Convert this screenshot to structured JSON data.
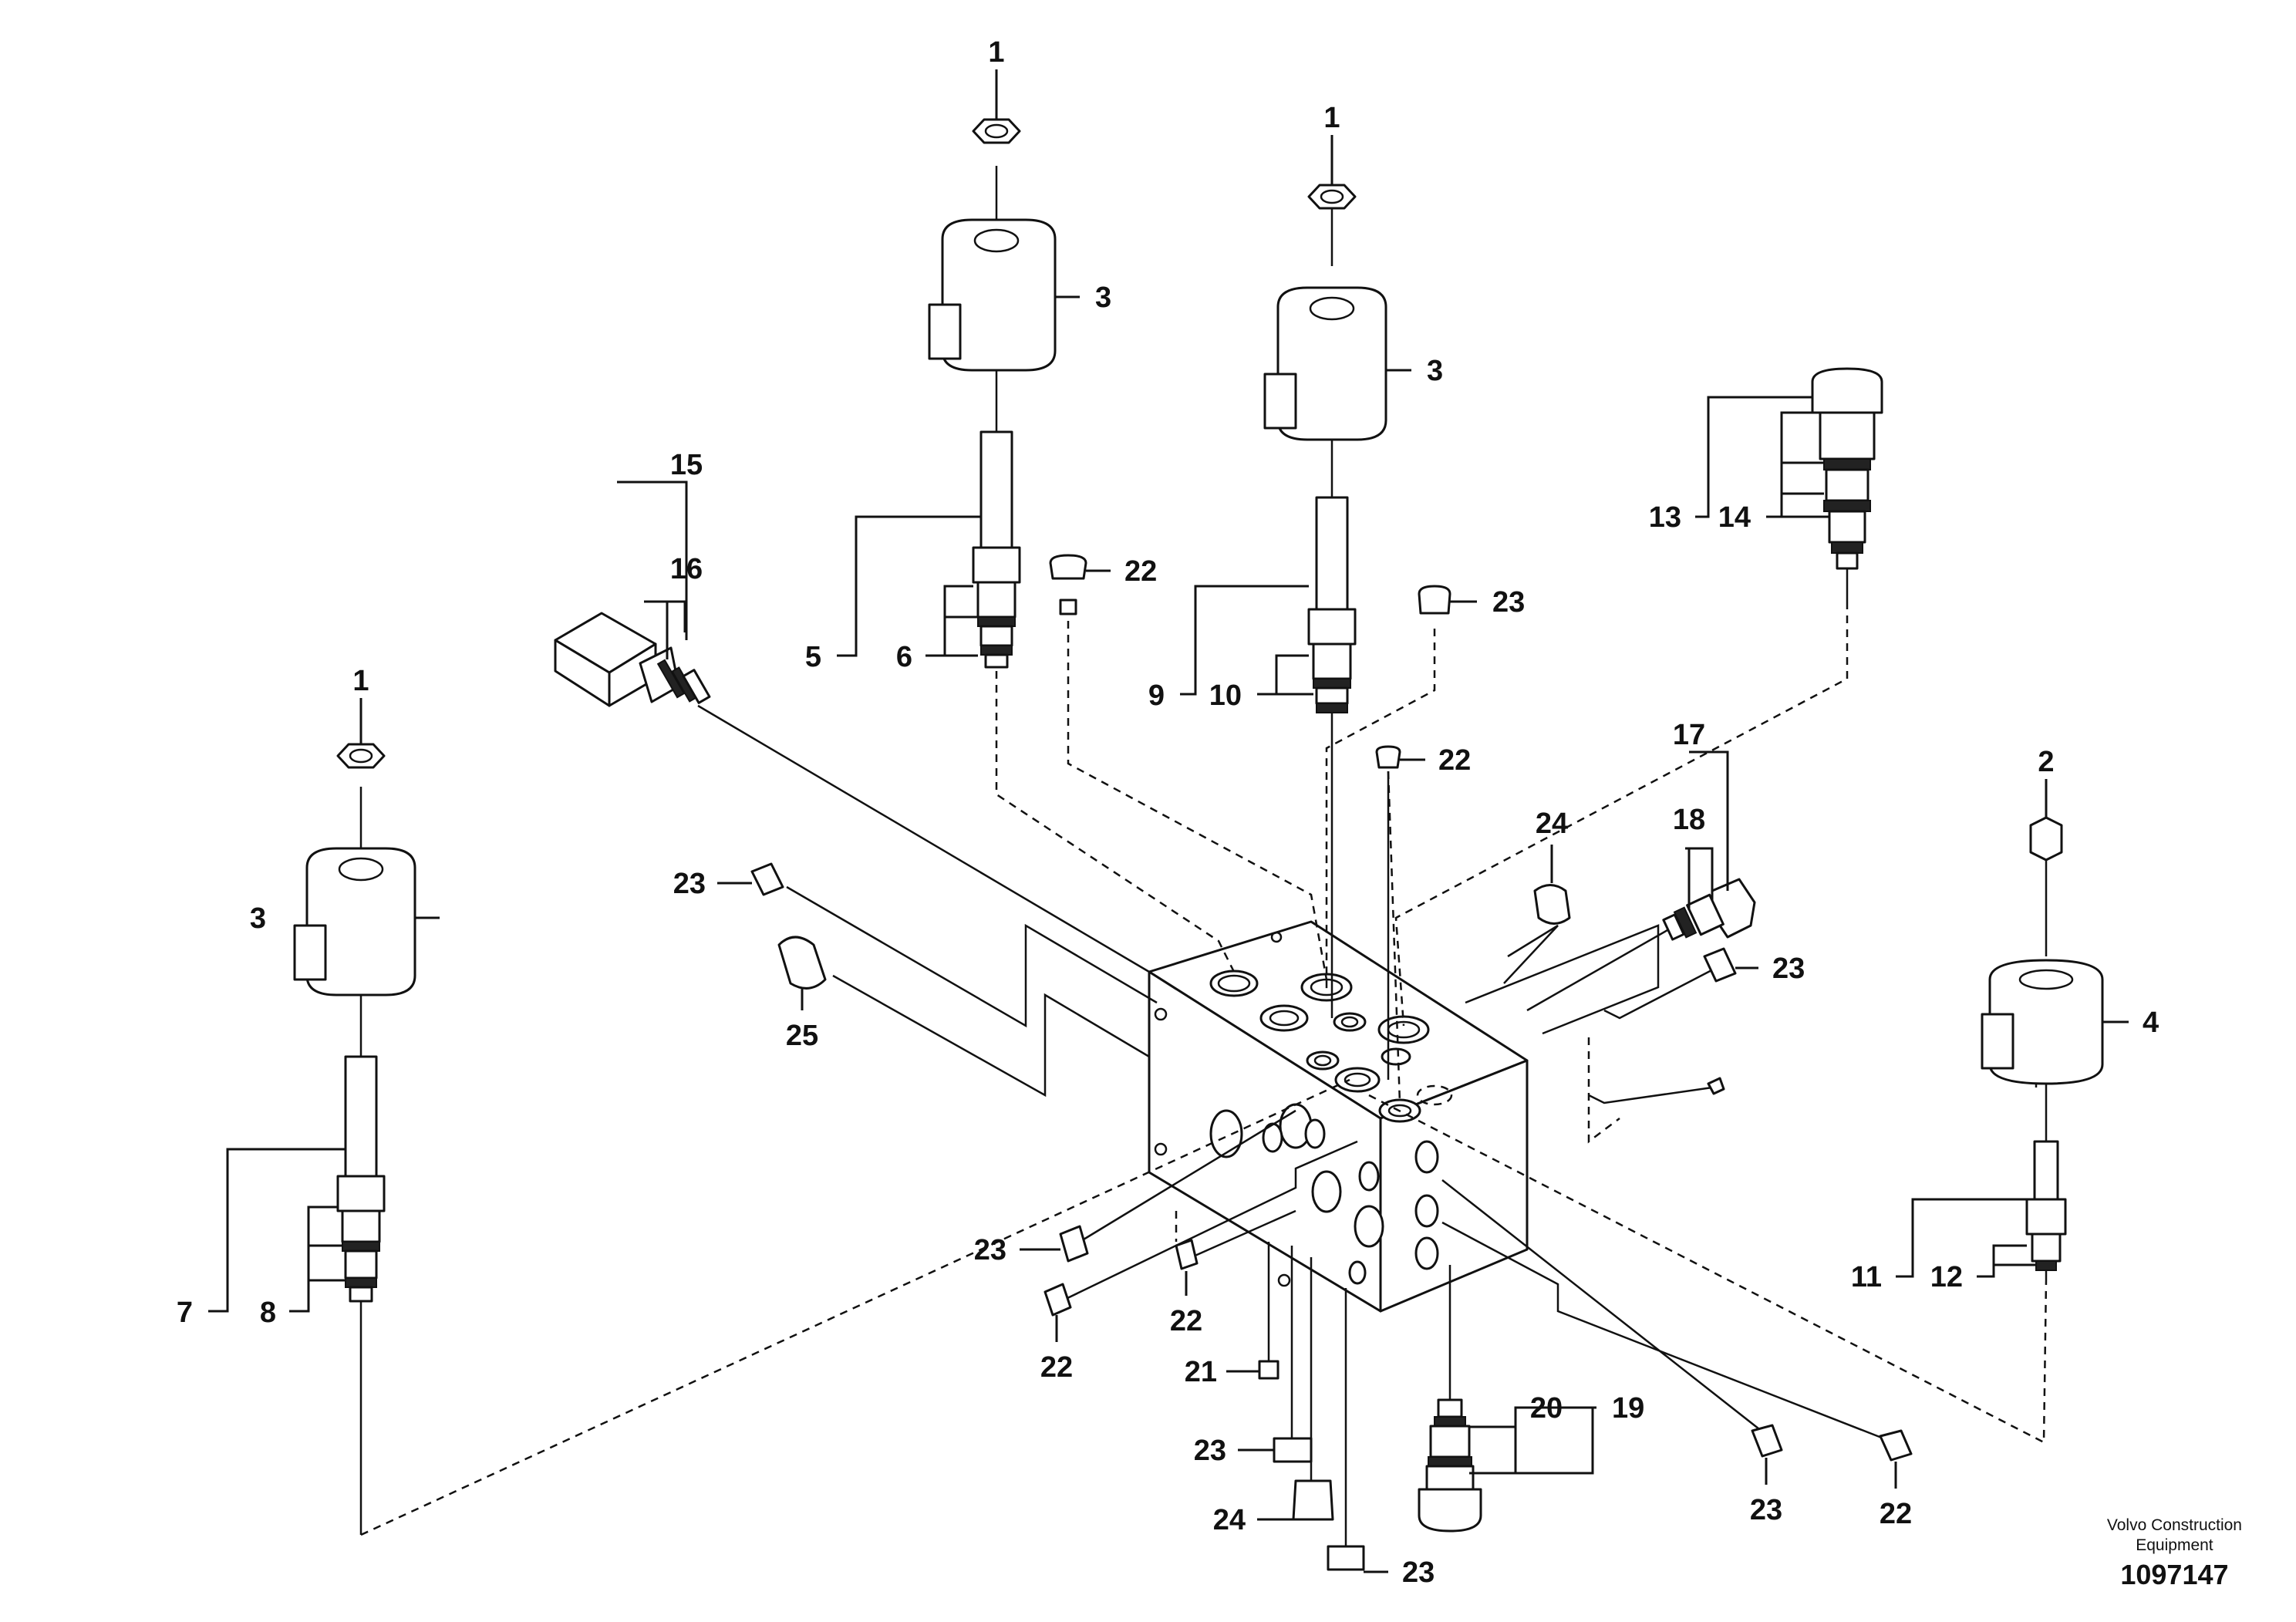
{
  "callouts": {
    "c1a": "1",
    "c1b": "1",
    "c1c": "1",
    "c2": "2",
    "c3a": "3",
    "c3b": "3",
    "c3c": "3",
    "c4": "4",
    "c5": "5",
    "c6": "6",
    "c7": "7",
    "c8": "8",
    "c9": "9",
    "c10": "10",
    "c11": "11",
    "c12": "12",
    "c13": "13",
    "c14": "14",
    "c15": "15",
    "c16": "16",
    "c17": "17",
    "c18": "18",
    "c19": "19",
    "c20": "20",
    "c21": "21",
    "c22a": "22",
    "c22b": "22",
    "c22c": "22",
    "c22d": "22",
    "c22e": "22",
    "c23a": "23",
    "c23b": "23",
    "c23c": "23",
    "c23d": "23",
    "c23e": "23",
    "c23f": "23",
    "c23g": "23",
    "c24a": "24",
    "c24b": "24",
    "c25": "25"
  },
  "footer": {
    "brand_line1": "Volvo Construction",
    "brand_line2": "Equipment",
    "drawing_number": "1097147"
  }
}
